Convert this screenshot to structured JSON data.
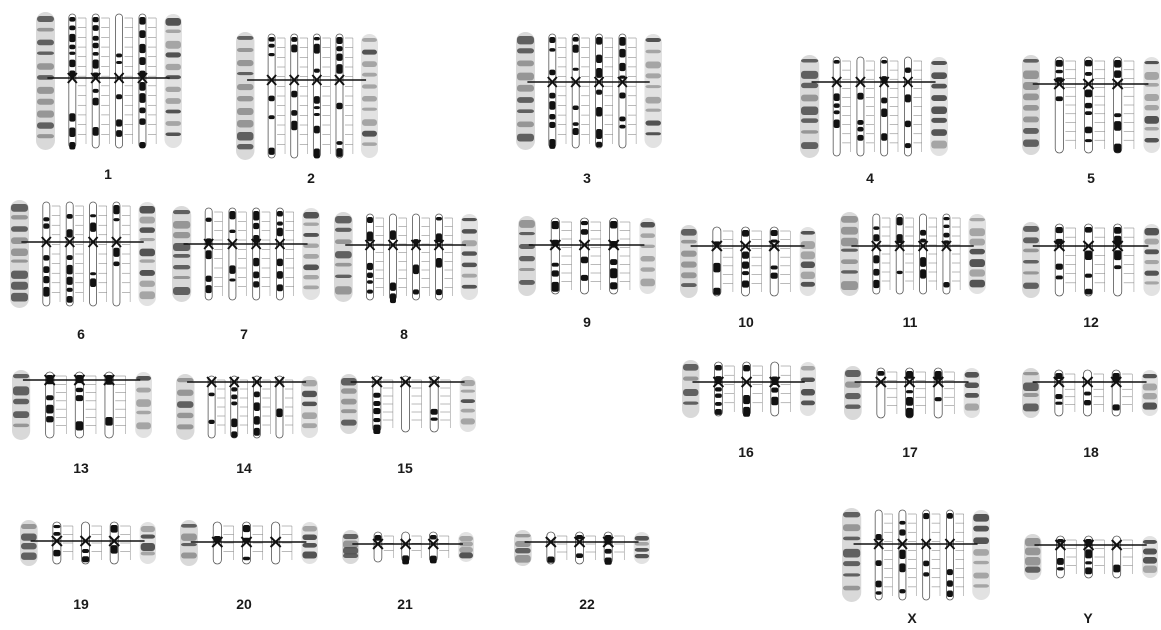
{
  "figure": {
    "chromosomes": [
      {
        "label": "1"
      },
      {
        "label": "2"
      },
      {
        "label": "3"
      },
      {
        "label": "4"
      },
      {
        "label": "5"
      },
      {
        "label": "6"
      },
      {
        "label": "7"
      },
      {
        "label": "8"
      },
      {
        "label": "9"
      },
      {
        "label": "10"
      },
      {
        "label": "11"
      },
      {
        "label": "12"
      },
      {
        "label": "13"
      },
      {
        "label": "14"
      },
      {
        "label": "15"
      },
      {
        "label": "16"
      },
      {
        "label": "17"
      },
      {
        "label": "18"
      },
      {
        "label": "19"
      },
      {
        "label": "20"
      },
      {
        "label": "21"
      },
      {
        "label": "22"
      },
      {
        "label": "X"
      },
      {
        "label": "Y"
      }
    ]
  }
}
